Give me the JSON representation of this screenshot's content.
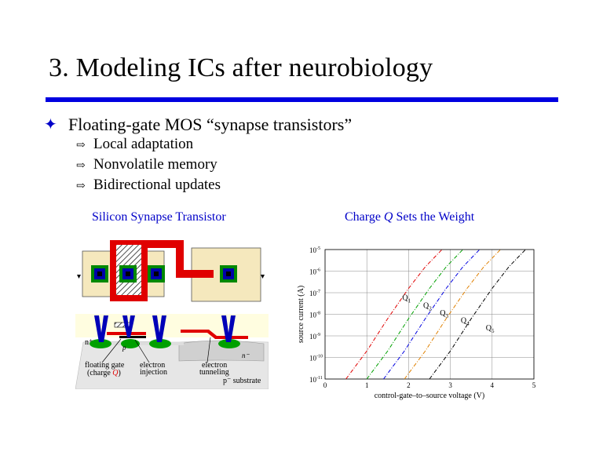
{
  "slide": {
    "title": "3. Modeling ICs after neurobiology",
    "bullet": "Floating-gate MOS “synapse transistors”",
    "subbullets": [
      "Local adaptation",
      "Nonvolatile memory",
      "Bidirectional updates"
    ],
    "bullet_icon": "four-point-star-icon",
    "subbullet_icon": "hollow-arrow-right-icon"
  },
  "figure_left": {
    "title": "Silicon Synapse Transistor",
    "labels": {
      "floating_gate_1": "floating gate",
      "floating_gate_2_pre": "(charge ",
      "floating_gate_2_q": "Q",
      "floating_gate_2_post": ")",
      "electron_injection_1": "electron",
      "electron_injection_2": "injection",
      "electron_tunneling_1": "electron",
      "electron_tunneling_2": "tunneling",
      "p_substrate": "p⁻ substrate",
      "p_region": "p",
      "n_region": "n⁻",
      "n_plus": "n⁺"
    }
  },
  "figure_right": {
    "title_pre": "Charge ",
    "title_q": "Q",
    "title_post": " Sets the Weight"
  },
  "chart_data": {
    "type": "line",
    "xlabel": "control-gate–to–source voltage  (V)",
    "ylabel": "source current  (A)",
    "xlim": [
      0,
      5
    ],
    "xticks": [
      "0",
      "1",
      "2",
      "3",
      "4",
      "5"
    ],
    "ylim_exp": [
      -11,
      -5
    ],
    "yticks": [
      {
        "base": "10",
        "exp": "-5"
      },
      {
        "base": "10",
        "exp": "-6"
      },
      {
        "base": "10",
        "exp": "-7"
      },
      {
        "base": "10",
        "exp": "-8"
      },
      {
        "base": "10",
        "exp": "-9"
      },
      {
        "base": "10",
        "exp": "-10"
      },
      {
        "base": "10",
        "exp": "-11"
      }
    ],
    "y_scale": "log",
    "grid": true,
    "series": [
      {
        "name": "Q1",
        "color": "#e00000",
        "x": [
          0.5,
          1.0,
          1.5,
          2.0,
          2.4,
          2.8
        ],
        "y": [
          -11,
          -9.7,
          -8.2,
          -6.8,
          -5.8,
          -5.0
        ]
      },
      {
        "name": "Q2",
        "color": "#00a000",
        "x": [
          1.0,
          1.5,
          2.0,
          2.5,
          2.9,
          3.3
        ],
        "y": [
          -11,
          -9.7,
          -8.2,
          -6.8,
          -5.8,
          -5.0
        ]
      },
      {
        "name": "Q3",
        "color": "#0000e0",
        "x": [
          1.4,
          1.9,
          2.4,
          2.9,
          3.3,
          3.7
        ],
        "y": [
          -11,
          -9.7,
          -8.2,
          -6.8,
          -5.8,
          -5.0
        ]
      },
      {
        "name": "Q4",
        "color": "#e08000",
        "x": [
          1.9,
          2.4,
          2.9,
          3.4,
          3.8,
          4.2
        ],
        "y": [
          -11,
          -9.7,
          -8.2,
          -6.8,
          -5.8,
          -5.0
        ]
      },
      {
        "name": "Q5",
        "color": "#000000",
        "x": [
          2.5,
          3.0,
          3.5,
          4.0,
          4.4,
          4.8
        ],
        "y": [
          -11,
          -9.7,
          -8.2,
          -6.8,
          -5.8,
          -5.0
        ]
      }
    ]
  }
}
